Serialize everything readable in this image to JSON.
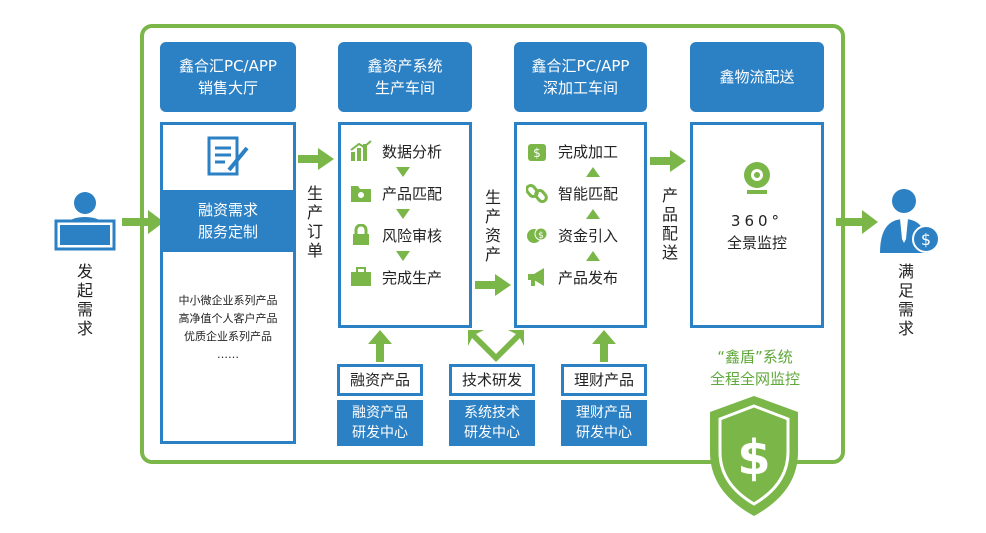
{
  "left_person": {
    "label_chars": [
      "发",
      "起",
      "需",
      "求"
    ]
  },
  "right_person": {
    "label_chars": [
      "满",
      "足",
      "需",
      "求"
    ]
  },
  "col1": {
    "head_line1": "鑫合汇PC/APP",
    "head_line2": "销售大厅",
    "band_line1": "融资需求",
    "band_line2": "服务定制",
    "products": [
      "中小微企业系列产品",
      "高净值个人客户产品",
      "优质企业系列产品",
      "……"
    ]
  },
  "conn1_chars": [
    "生",
    "产",
    "订",
    "单"
  ],
  "col2": {
    "head_line1": "鑫资产系统",
    "head_line2": "生产车间",
    "steps": [
      "数据分析",
      "产品匹配",
      "风险审核",
      "完成生产"
    ]
  },
  "conn2_chars": [
    "生",
    "产",
    "资",
    "产"
  ],
  "col3": {
    "head_line1": "鑫合汇PC/APP",
    "head_line2": "深加工车间",
    "steps": [
      "完成加工",
      "智能匹配",
      "资金引入",
      "产品发布"
    ]
  },
  "conn3_chars": [
    "产",
    "品",
    "配",
    "送"
  ],
  "col4": {
    "head": "鑫物流配送",
    "monitor_line1": "360°",
    "monitor_line2": "全景监控"
  },
  "bottom": {
    "b1_label": "融资产品",
    "b1_line1": "融资产品",
    "b1_line2": "研发中心",
    "b2_label": "技术研发",
    "b2_line1": "系统技术",
    "b2_line2": "研发中心",
    "b3_label": "理财产品",
    "b3_line1": "理财产品",
    "b3_line2": "研发中心"
  },
  "shield": {
    "line1": "“鑫盾”系统",
    "line2": "全程全网监控",
    "symbol": "$"
  },
  "colors": {
    "blue": "#2c80c4",
    "green": "#7ab648"
  }
}
